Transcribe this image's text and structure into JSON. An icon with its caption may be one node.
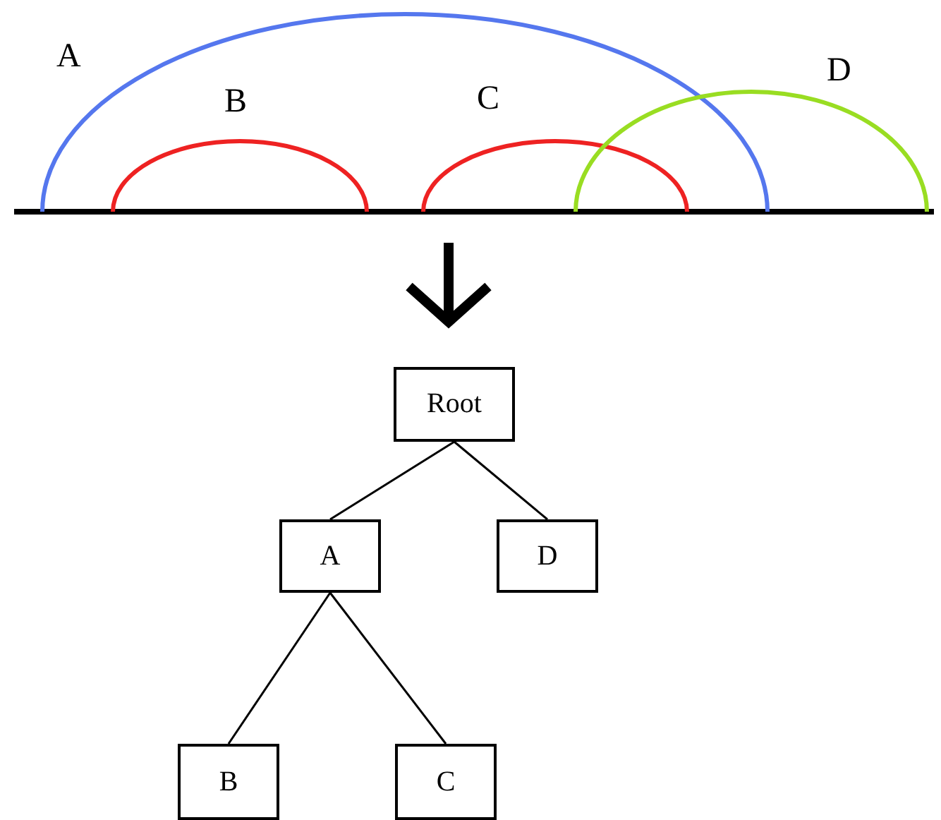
{
  "diagram": {
    "nodes": [
      {
        "text": [
          "Root"
        ]
      },
      {
        "text": [
          "A"
        ]
      },
      {
        "text": [
          "D"
        ]
      },
      {
        "text": [
          "B"
        ]
      },
      {
        "text": [
          "C"
        ]
      }
    ],
    "edges": [
      {
        "from": 0,
        "to": 1,
        "arrow": "none"
      },
      {
        "from": 0,
        "to": 2,
        "arrow": "none"
      },
      {
        "from": 1,
        "to": 3,
        "arrow": "none"
      },
      {
        "from": 1,
        "to": 4,
        "arrow": "none"
      }
    ],
    "labels": [
      "A",
      "B",
      "C",
      "D"
    ]
  }
}
